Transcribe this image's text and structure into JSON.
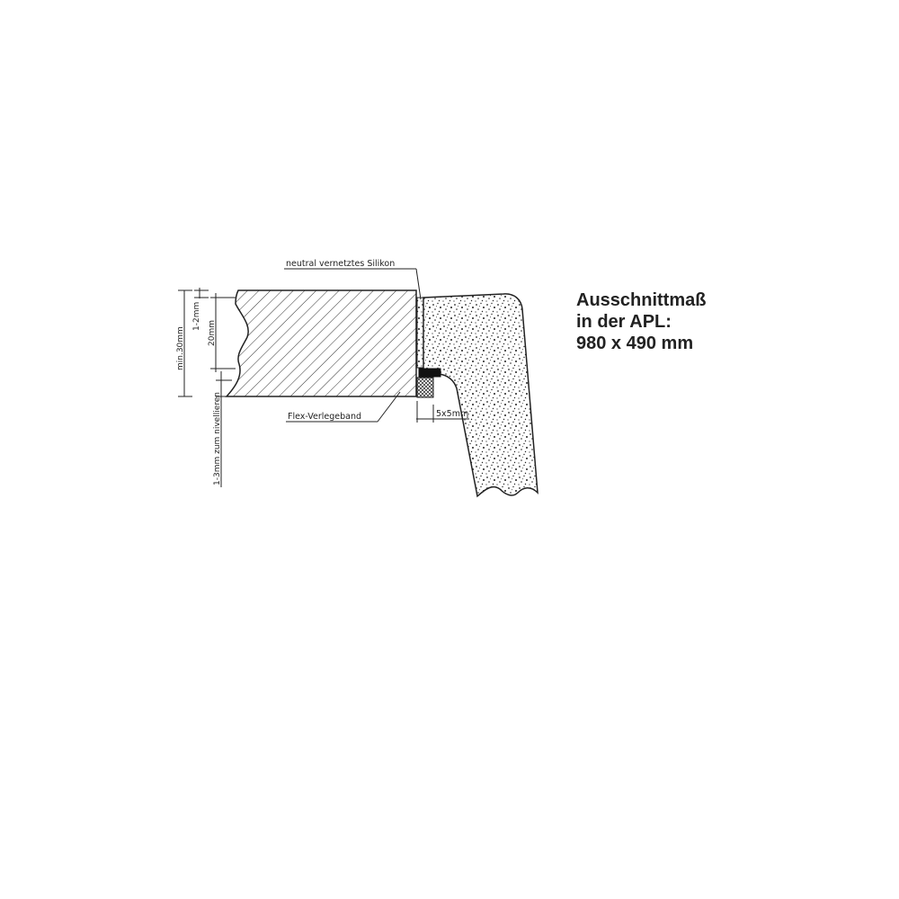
{
  "diagram": {
    "cutout": {
      "line1": "Ausschnittmaß",
      "line2": "in der APL:",
      "line3": "980 x 490 mm"
    },
    "labels": {
      "silicone": "neutral vernetztes Silikon",
      "tape": "Flex-Verlegeband",
      "gap": "5x5mm",
      "min_thickness": "min.30mm",
      "offset": "1-2mm",
      "thickness": "20mm",
      "leveling": "1-3mm zum nivellieren"
    },
    "colors": {
      "line": "#222222",
      "background": "#ffffff"
    }
  }
}
